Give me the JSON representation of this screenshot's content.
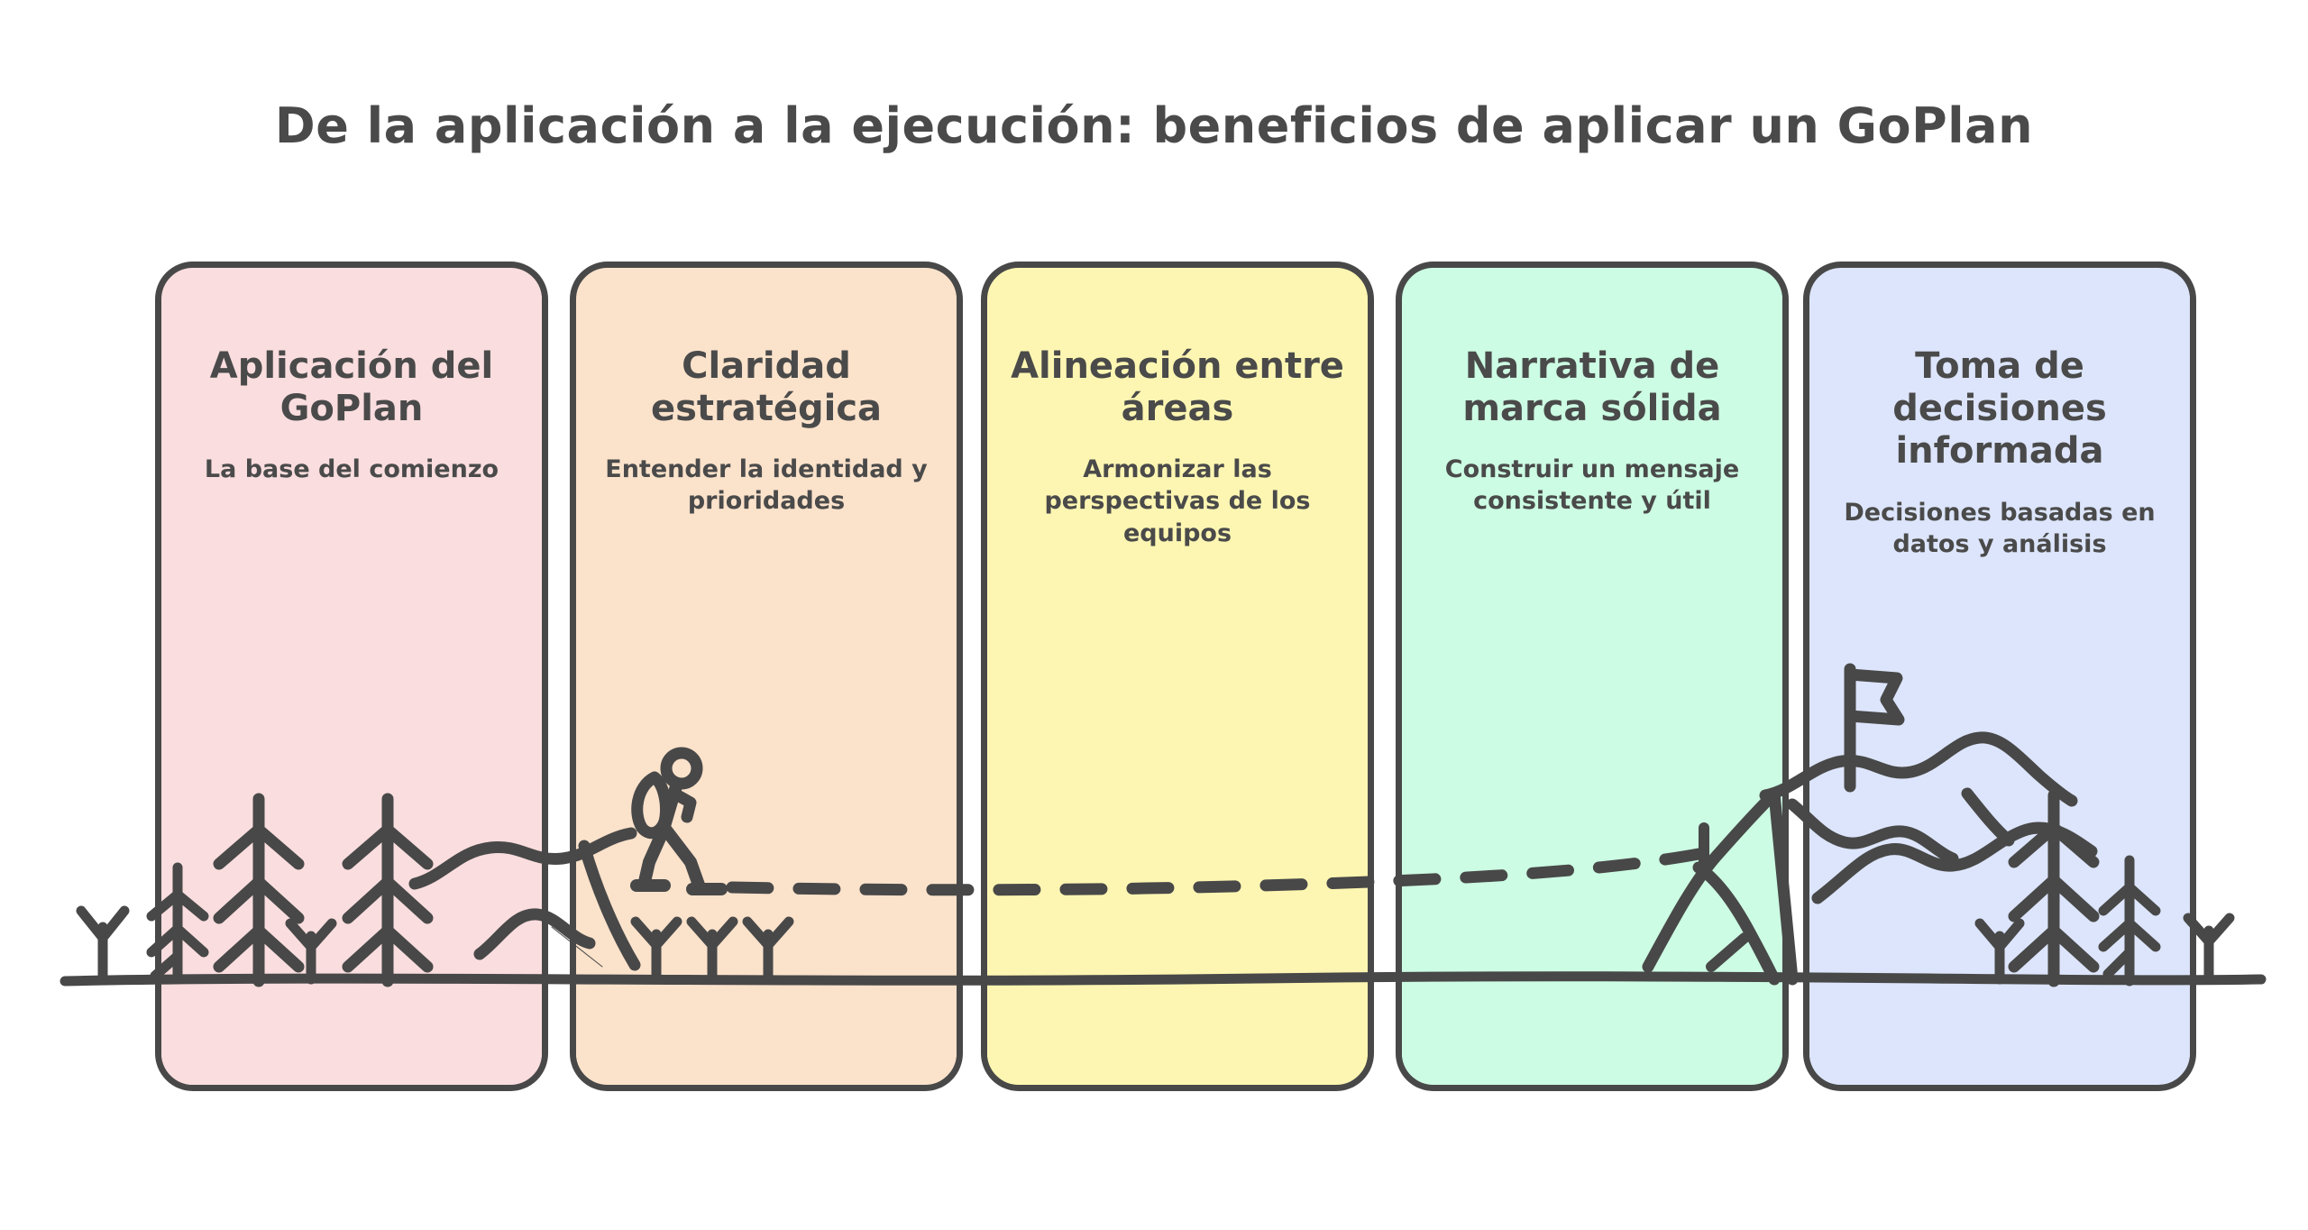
{
  "title": "De la aplicación a la ejecución: beneficios de aplicar un GoPlan",
  "theme": {
    "ink": "#484848",
    "text": "#4a4a4a",
    "background": "#ffffff"
  },
  "cards": [
    {
      "title": "Aplicación del GoPlan",
      "subtitle": "La base del comienzo",
      "color": "#FADDDE",
      "color_name": "pink"
    },
    {
      "title": "Claridad estratégica",
      "subtitle": "Entender la identidad y prioridades",
      "color": "#FBE2CB",
      "color_name": "peach"
    },
    {
      "title": "Alineación entre áreas",
      "subtitle": "Armonizar las perspectivas de los equipos",
      "color": "#FDF6B2",
      "color_name": "yellow"
    },
    {
      "title": "Narrativa de marca sólida",
      "subtitle": "Construir un mensaje consistente y útil",
      "color": "#CCFCE3",
      "color_name": "mint"
    },
    {
      "title": "Toma de decisiones informada",
      "subtitle": "Decisiones basadas en datos y análisis",
      "color": "#DCE5FB",
      "color_name": "blue"
    }
  ],
  "illustration": {
    "description": "hand-drawn hiking journey from forest to flagged mountain peak",
    "elements": [
      "ground-line",
      "pine-trees-left",
      "sprouts",
      "hiker-with-backpack",
      "dashed-trail",
      "mountain-range",
      "summit-flag",
      "pine-trees-right"
    ]
  }
}
